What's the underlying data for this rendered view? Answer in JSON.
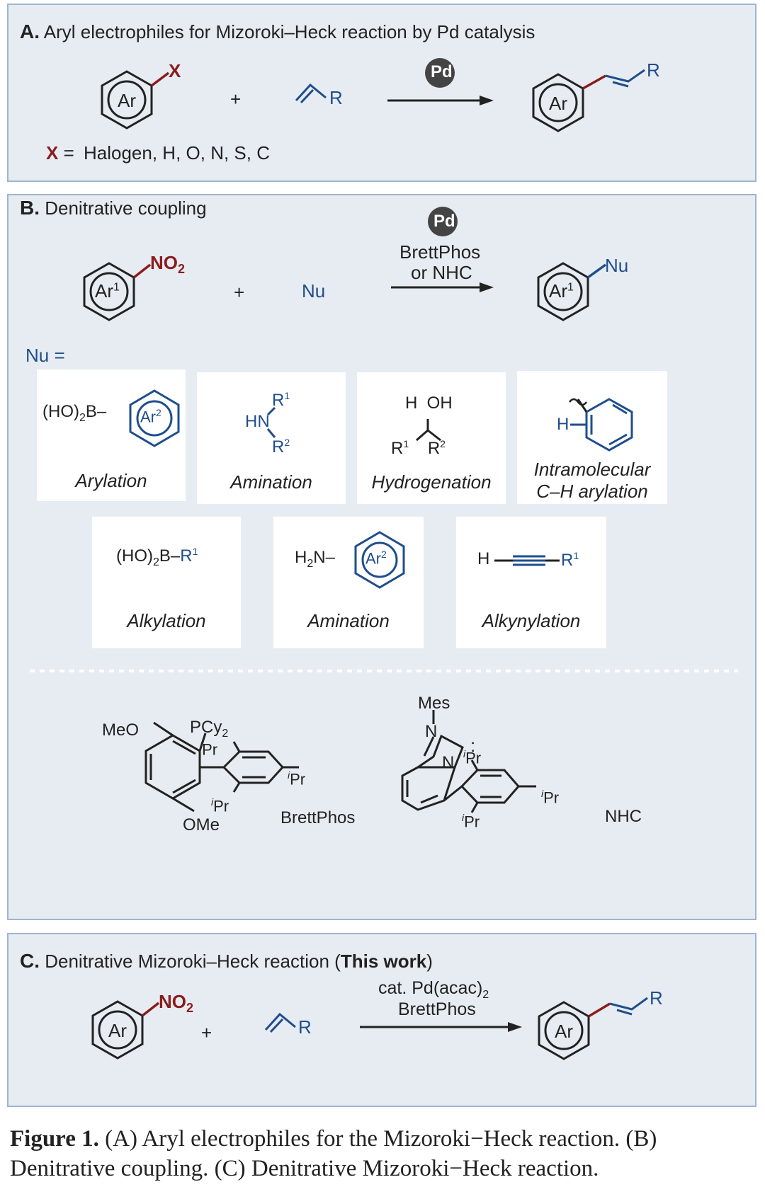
{
  "panel_a": {
    "letter": "A.",
    "title": "Aryl electrophiles for Mizoroki–Heck reaction by Pd catalysis",
    "ring_label": "Ar",
    "leaving_group": "X",
    "alkene_r": "R",
    "plus": "+",
    "catalyst": "Pd",
    "product_ring_label": "Ar",
    "product_r": "R",
    "x_def_symbol": "X",
    "x_def_equals": "=",
    "x_def_values": "Halogen, H, O, N, S, C"
  },
  "panel_b": {
    "letter": "B.",
    "title": "Denitrative coupling",
    "ring_label": "Ar",
    "ring_sup": "1",
    "nitro": "NO",
    "nitro_sub": "2",
    "plus": "+",
    "nucleophile": "Nu",
    "catalyst": "Pd",
    "ligand_line1": "BrettPhos",
    "ligand_line2": "or NHC",
    "product_ring_label": "Ar",
    "product_ring_sup": "1",
    "product_nu": "Nu",
    "nu_equals": "Nu =",
    "cards": [
      {
        "caption": "Arylation"
      },
      {
        "caption": "Amination"
      },
      {
        "caption": "Hydrogenation"
      },
      {
        "caption_line1": "Intramolecular",
        "caption_line2": "C–H arylation"
      },
      {
        "caption": "Alkylation"
      },
      {
        "caption": "Amination"
      },
      {
        "caption": "Alkynylation"
      }
    ],
    "ligands": {
      "brettphos_name": "BrettPhos",
      "nhc_name": "NHC"
    }
  },
  "panel_c": {
    "letter": "C.",
    "title_plain": "Denitrative Mizoroki–Heck reaction (",
    "title_bold": "This work",
    "title_close": ")",
    "ring_label": "Ar",
    "nitro": "NO",
    "nitro_sub": "2",
    "plus": "+",
    "alkene_r": "R",
    "conditions_line1": "cat. Pd(acac)",
    "conditions_line1_sub": "2",
    "conditions_line2": "BrettPhos",
    "product_ring_label": "Ar",
    "product_r": "R"
  },
  "caption": {
    "label": "Figure 1.",
    "text": "(A) Aryl electrophiles for the Mizoroki−Heck reaction. (B) Denitrative coupling. (C) Denitrative Mizoroki−Heck reaction."
  },
  "colors": {
    "panel_bg": "#e7ecf3",
    "panel_border": "#9fb4d2",
    "blue": "#1f4e8c",
    "red": "#8a1c1c",
    "bond": "#222222"
  }
}
